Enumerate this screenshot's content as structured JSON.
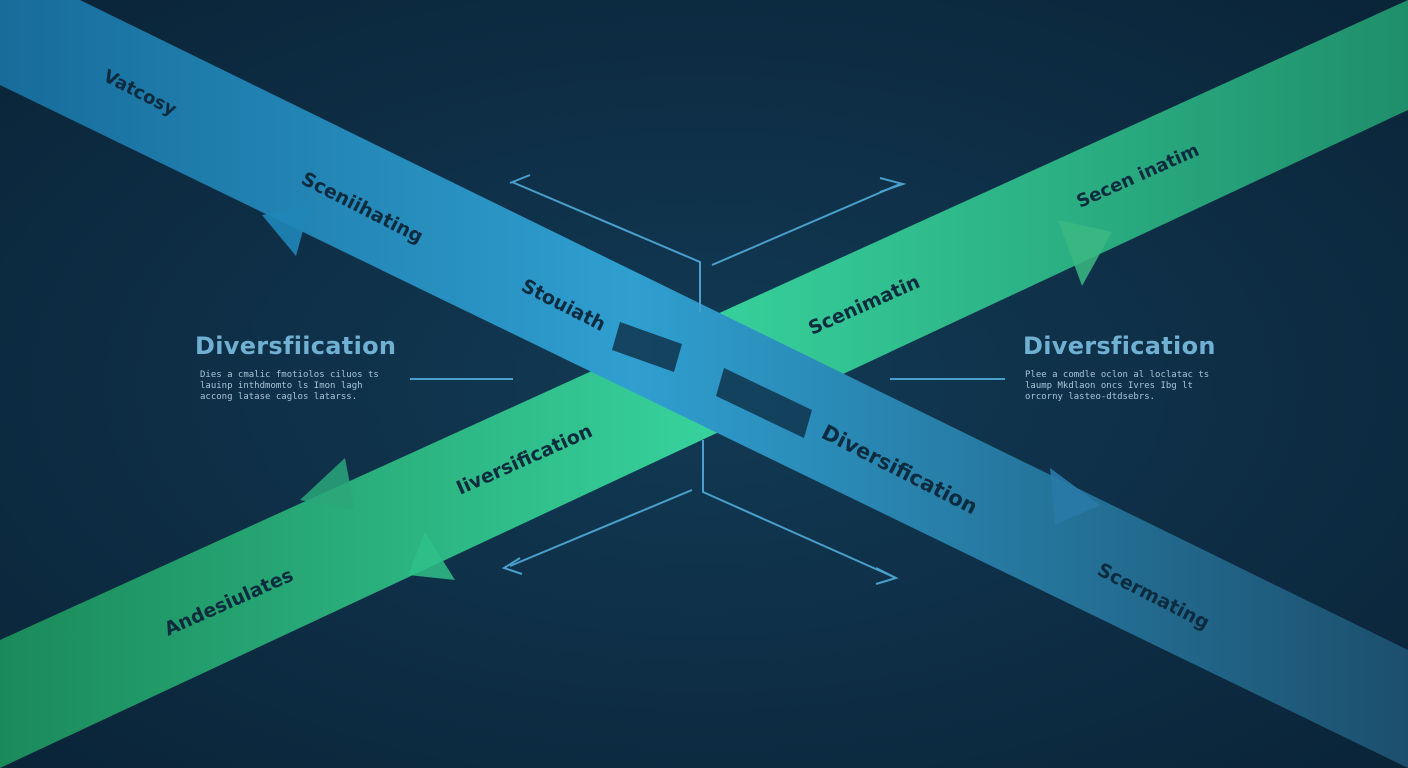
{
  "colors": {
    "background": "#0b2a40",
    "blue_band_start": "#176c9a",
    "blue_band_mid": "#2f9fd0",
    "blue_band_end": "#1c4f6d",
    "green_band_start": "#1b8a5a",
    "green_band_mid": "#37d19c",
    "green_band_end": "#1f8f6b",
    "label_dark": "#0c2b3e",
    "guide_line": "#4aa0cc",
    "side_title": "#6fb0d3"
  },
  "blue_band": {
    "labels": [
      "Vatcosy",
      "Sceniihating",
      "Stouiath",
      "Diversification",
      "Scermating"
    ]
  },
  "green_band": {
    "labels": [
      "Secen inatim",
      "Scenimatin",
      "Iiversification",
      "Andesiulates"
    ]
  },
  "left_panel": {
    "title": "Diversfiication",
    "body": "Dies a cmalic fmotiolos ciluos ts lauinp inthdmomto ls Imon lagh accong latase caglos latarss."
  },
  "right_panel": {
    "title": "Diversfication",
    "body": "Plee a comdle oclon al loclatac ts laump Mkdlaon oncs Ivres Ibg lt orcorny lasteo-dtdsebrs."
  },
  "icons": {
    "blue_band_arrows": "arrow-head-icon",
    "green_band_arrows": "arrow-head-icon",
    "guide_arrows": "chevron-arrow-icon"
  }
}
